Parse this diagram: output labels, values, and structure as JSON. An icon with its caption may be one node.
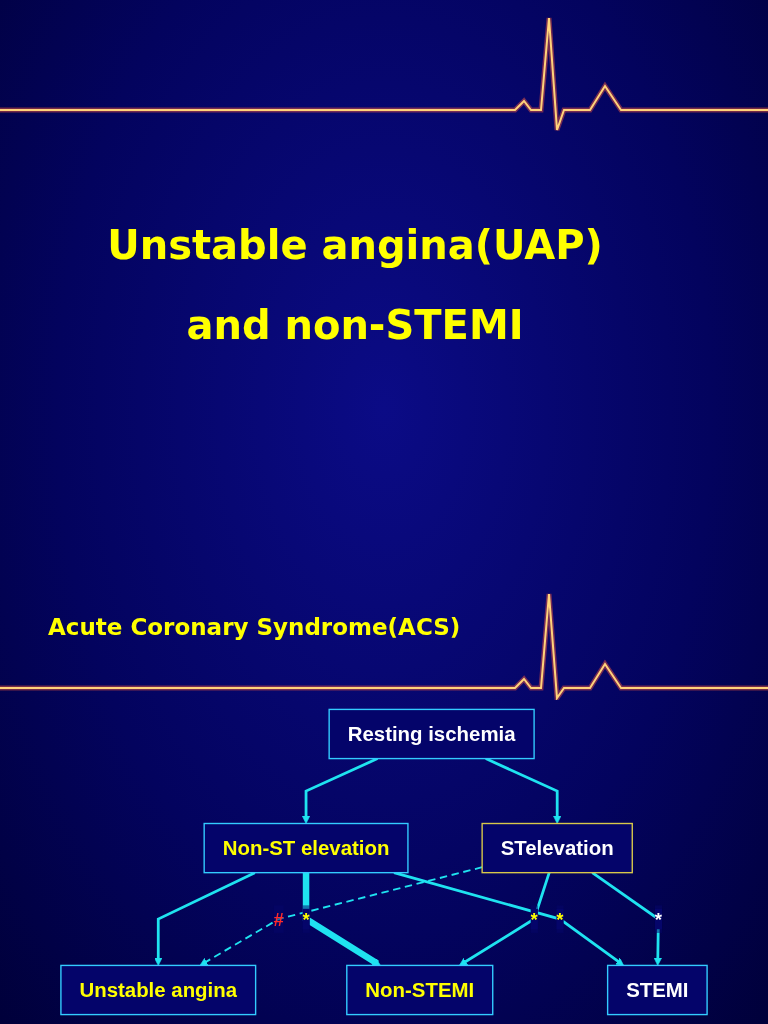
{
  "diagram": {
    "title": "Unstable angina(UAP) and non-STEMI",
    "nodes": [
      {
        "text": [
          "Resting ischemia"
        ]
      },
      {
        "text": [
          "Non-ST elevation"
        ]
      },
      {
        "text": [
          "STelevation"
        ]
      },
      {
        "text": [
          "Unstable angina"
        ]
      },
      {
        "text": [
          "Non-STEMI"
        ]
      },
      {
        "text": [
          "STEMI"
        ]
      }
    ],
    "edges": [
      {
        "from": 0,
        "to": 1,
        "arrow": "to"
      },
      {
        "from": 0,
        "to": 2,
        "arrow": "to"
      },
      {
        "from": 1,
        "to": 3,
        "arrow": "to"
      },
      {
        "from": 1,
        "to": 4,
        "arrow": "to",
        "style": "thick",
        "label": "*"
      },
      {
        "from": 1,
        "to": 5,
        "arrow": "to",
        "label": "*"
      },
      {
        "from": 2,
        "to": 4,
        "arrow": "to",
        "label": "*"
      },
      {
        "from": 2,
        "to": 3,
        "arrow": "to",
        "style": "dashed",
        "label": "#"
      },
      {
        "from": 2,
        "to": 5,
        "arrow": "to",
        "label": "*"
      }
    ],
    "labels": [
      "Acute Coronary Syndrome(ACS)"
    ]
  }
}
